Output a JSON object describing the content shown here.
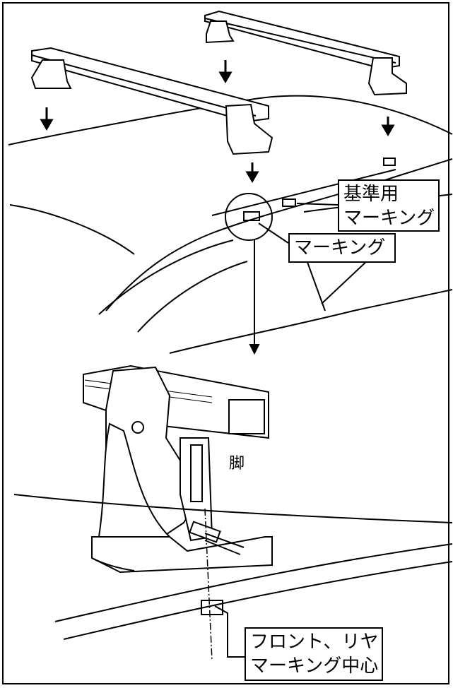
{
  "labels": {
    "reference_marking": [
      "基準用",
      "マーキング"
    ],
    "marking": "マーキング",
    "leg": "脚",
    "center_marking": [
      "フロント、リヤ",
      "マーキング中心"
    ]
  },
  "colors": {
    "ink": "#000000",
    "paper": "#ffffff",
    "shade": "#cfcfcf"
  }
}
